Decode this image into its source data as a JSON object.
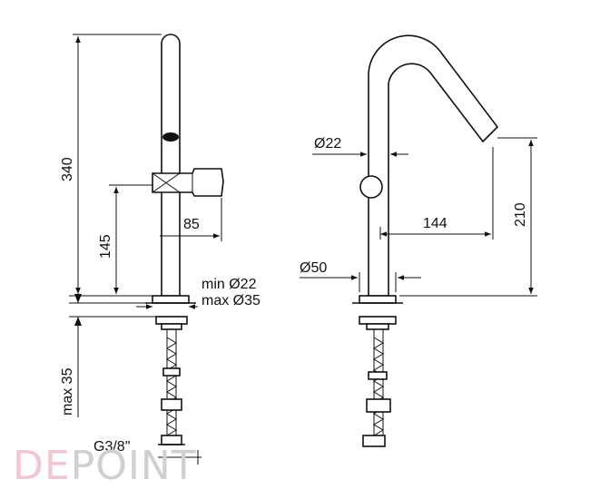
{
  "dimensions": {
    "height_total": "340",
    "lever_height": "145",
    "lever_length": "85",
    "hole_min": "min Ø22",
    "hole_max": "max Ø35",
    "max_thickness": "max 35",
    "connection": "G3/8\"",
    "spout_diameter": "Ø22",
    "spout_reach": "144",
    "spout_height": "210",
    "base_diameter": "Ø50"
  },
  "watermark": {
    "brand_part1": "DE",
    "brand_part2": "POINT",
    "color_part1": "#f2c6cf",
    "color_part2": "#d0d0d0"
  },
  "colors": {
    "line": "#111111",
    "background": "#ffffff"
  }
}
